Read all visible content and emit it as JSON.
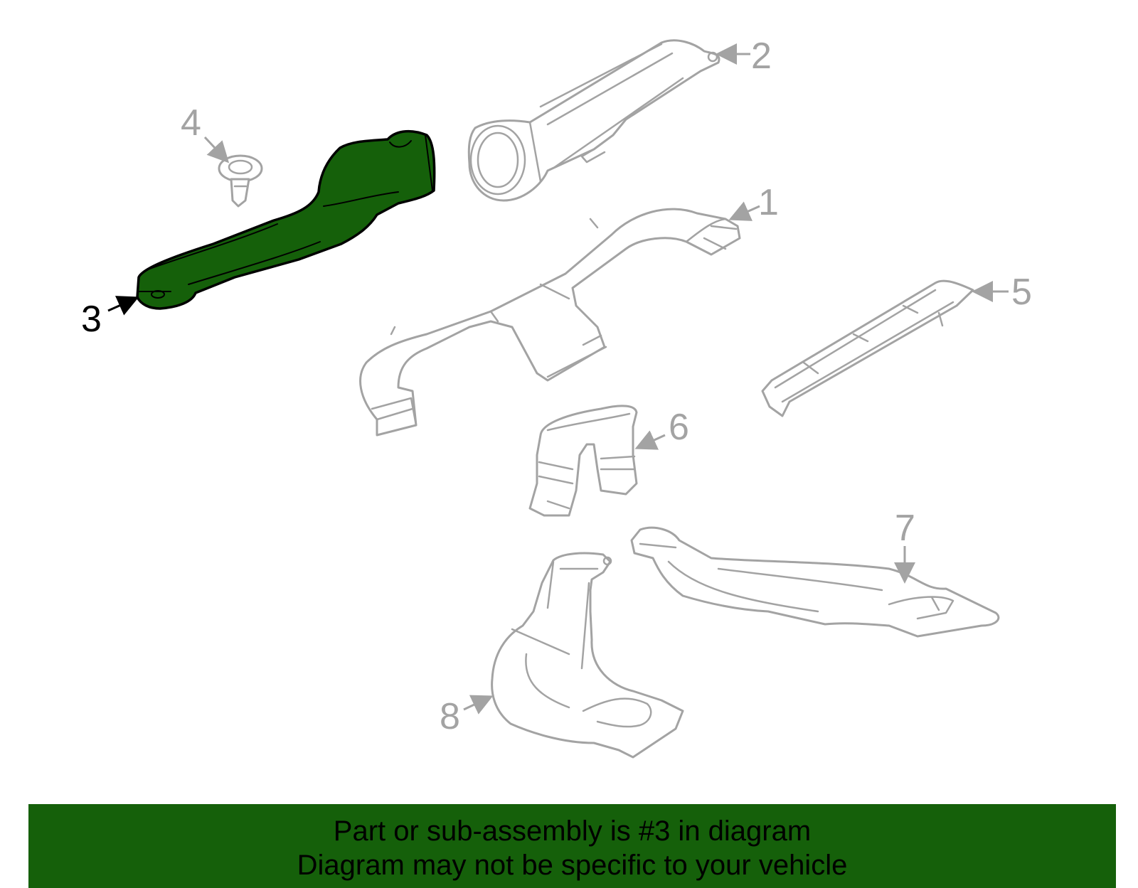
{
  "diagram": {
    "highlighted_part": "3",
    "highlight_color": "#15600a",
    "callouts": [
      "1",
      "2",
      "3",
      "4",
      "5",
      "6",
      "7",
      "8"
    ]
  },
  "banner": {
    "line1": "Part or sub-assembly is #3 in diagram",
    "line2": "Diagram may not be specific to your vehicle",
    "background": "#15600a"
  }
}
